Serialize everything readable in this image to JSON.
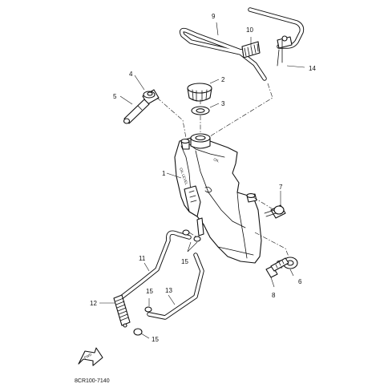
{
  "diagram": {
    "doc_code": "8CR100-7140",
    "callouts": {
      "c1": "1",
      "c2": "2",
      "c3": "3",
      "c4": "4",
      "c5": "5",
      "c6": "6",
      "c7": "7",
      "c8": "8",
      "c9": "9",
      "c10": "10",
      "c11": "11",
      "c12": "12",
      "c13": "13",
      "c14": "14",
      "c15a": "15",
      "c15b": "15",
      "c15c": "15"
    },
    "tank_marks": {
      "oil": "OIL",
      "level": "OIL LEVEL",
      "fwd": "FWD"
    }
  }
}
